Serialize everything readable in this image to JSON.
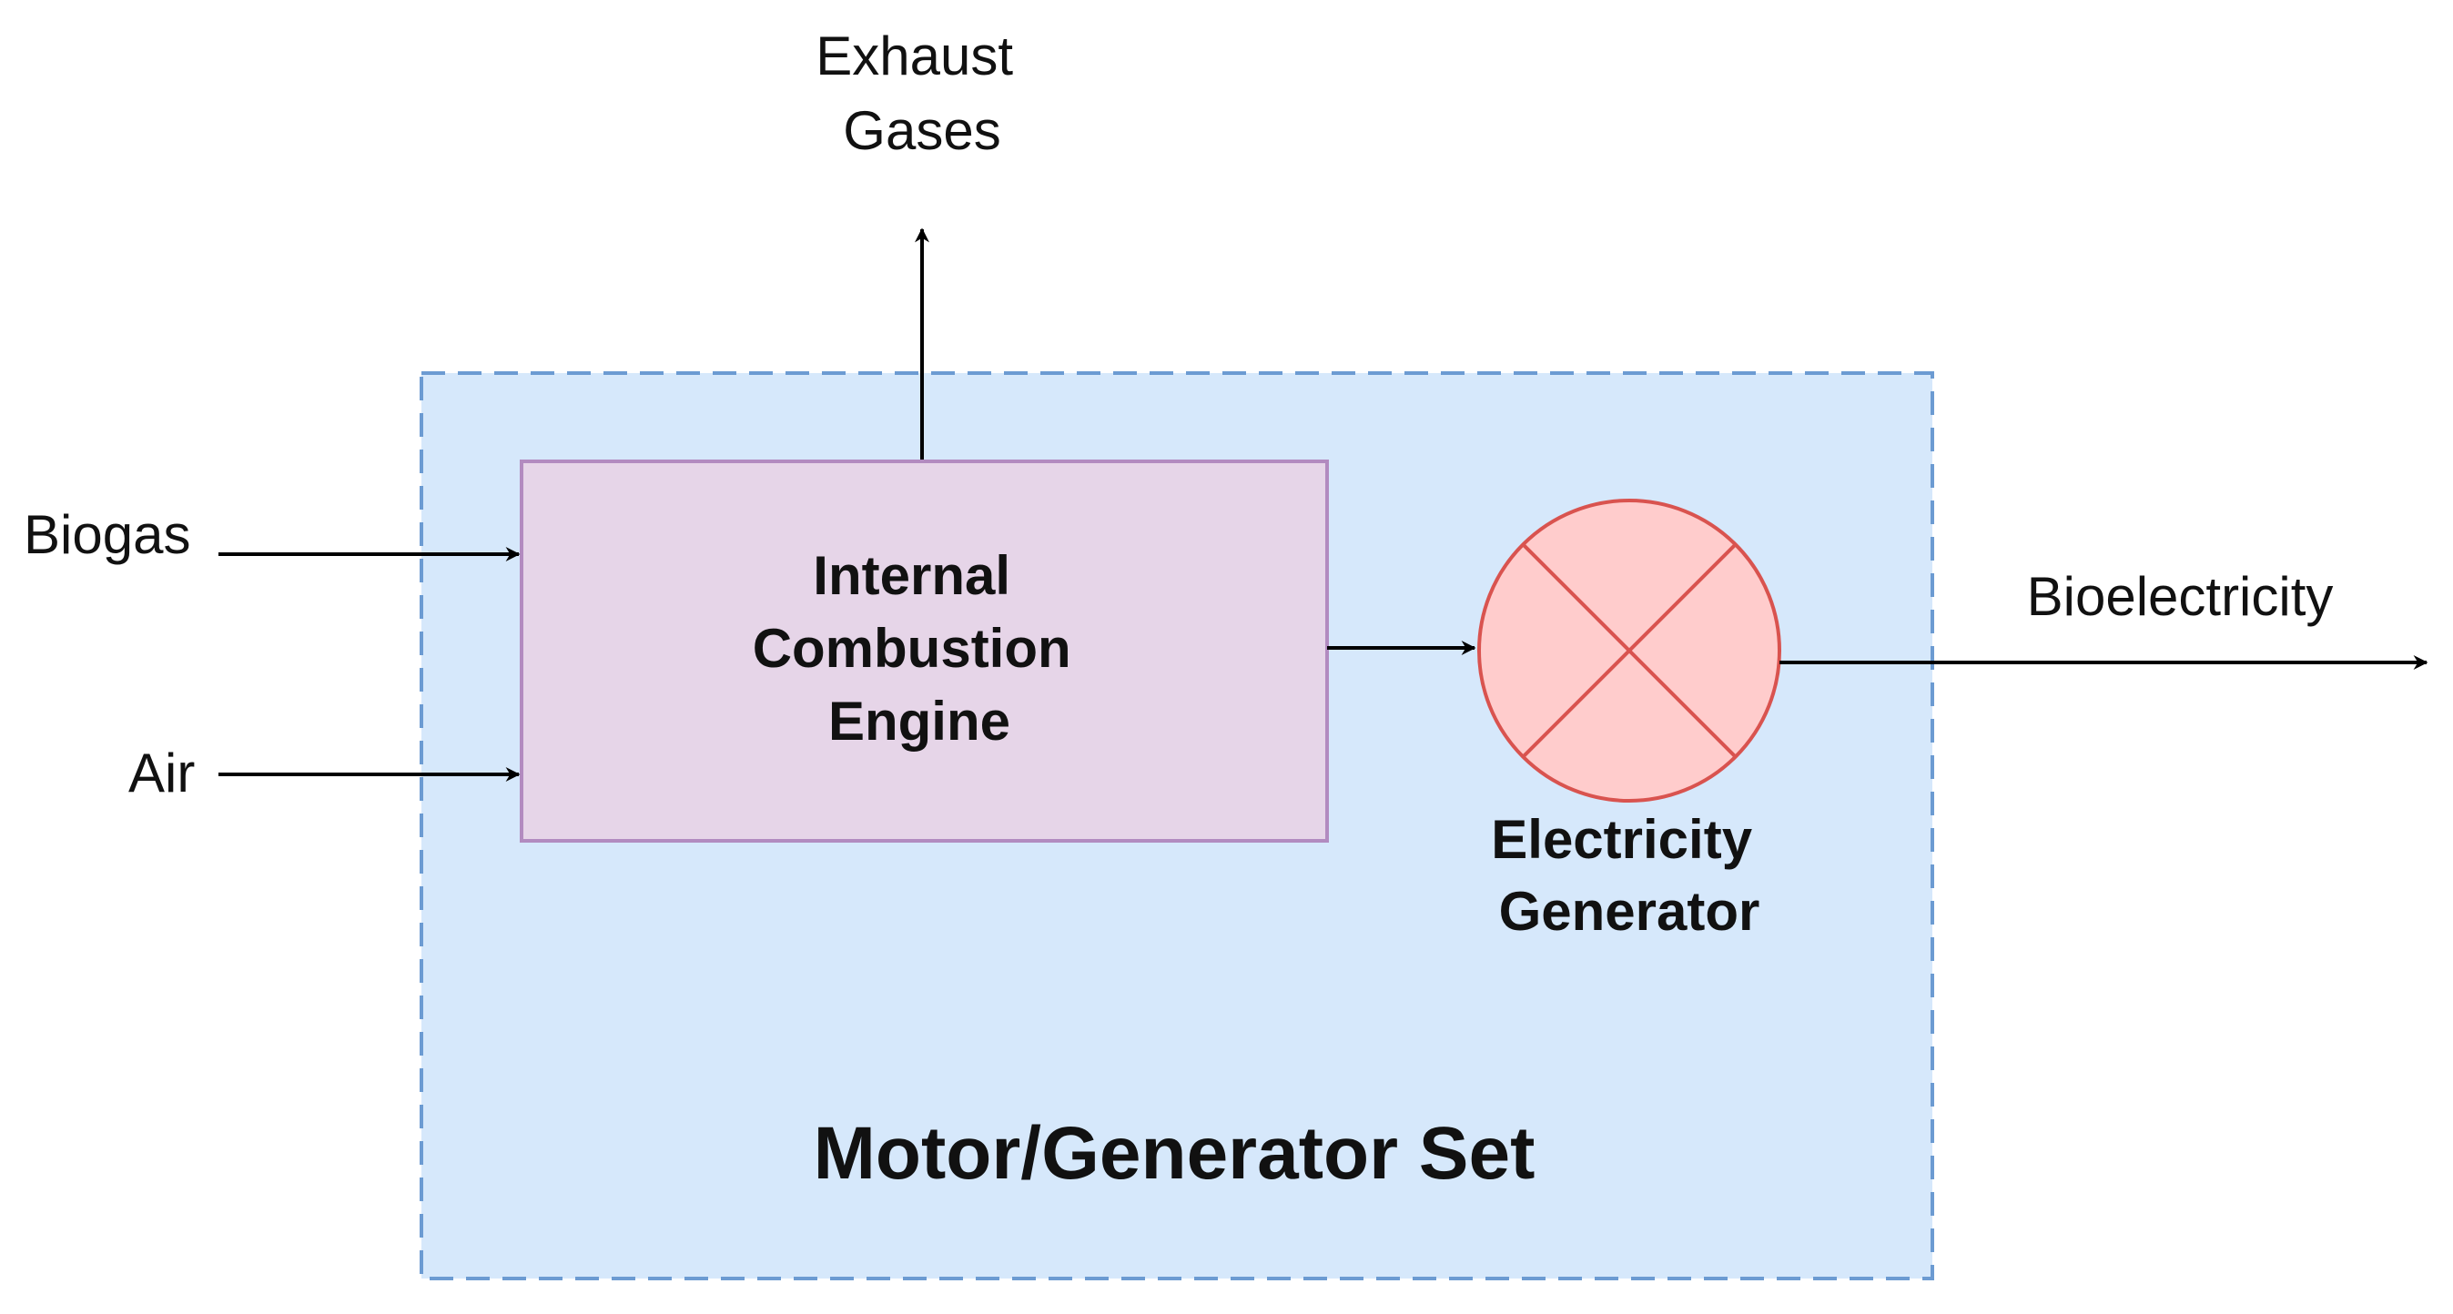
{
  "diagram": {
    "container": {
      "title": "Motor/Generator Set",
      "fill_color": "#d6e8fb",
      "border_color": "#6c9bd2"
    },
    "engine": {
      "lines": [
        "Internal",
        "Combustion",
        "Engine"
      ],
      "fill_color": "#e6d5e8",
      "border_color": "#b28bc0"
    },
    "generator": {
      "lines": [
        "Electricity",
        "Generator"
      ],
      "icon": "crossed-circle-icon",
      "fill_color": "#ffcccc",
      "border_color": "#d9534f"
    },
    "inputs": {
      "biogas": "Biogas",
      "air": "Air"
    },
    "outputs": {
      "exhaust": [
        "Exhaust",
        "Gases"
      ],
      "bioelectricity": "Bioelectricity"
    },
    "arrow_color": "#000000"
  }
}
